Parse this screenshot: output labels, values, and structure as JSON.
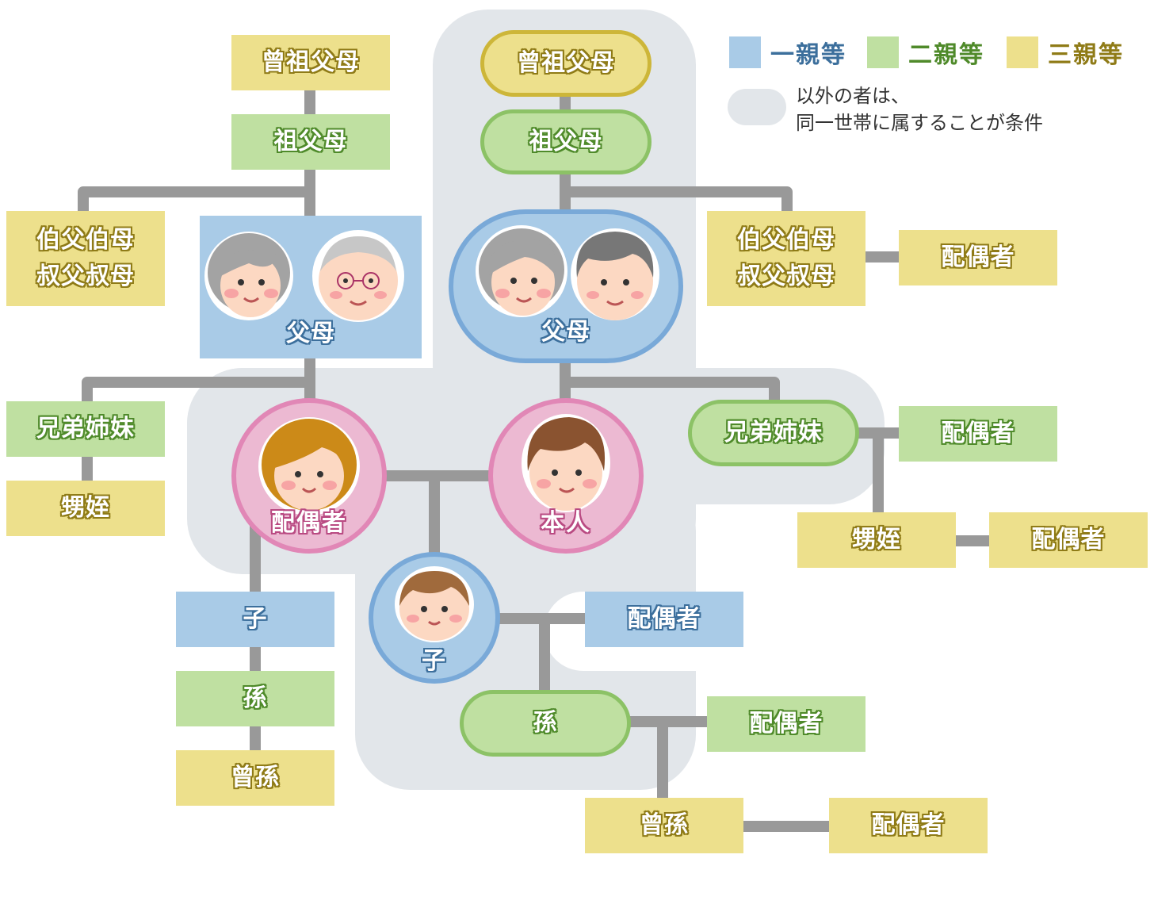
{
  "legend": {
    "first": {
      "label": "一親等",
      "color": "#a9cbe7",
      "text_color": "#3c6f9c"
    },
    "second": {
      "label": "二親等",
      "color": "#bfe0a1",
      "text_color": "#4f8a2a"
    },
    "third": {
      "label": "三親等",
      "color": "#ede08c",
      "text_color": "#8f7b17"
    },
    "note_color": "#e2e6ea",
    "note_line1": "以外の者は、",
    "note_line2": "同一世帯に属することが条件"
  },
  "left": {
    "great_grandparents": "曾祖父母",
    "grandparents": "祖父母",
    "uncle_aunt_line1": "伯父伯母",
    "uncle_aunt_line2": "叔父叔母",
    "parents": "父母",
    "siblings": "兄弟姉妹",
    "nephew_niece": "甥姪",
    "spouse": "配偶者",
    "child": "子",
    "grandchild": "孫",
    "great_grandchild": "曾孫"
  },
  "right": {
    "great_grandparents": "曾祖父母",
    "grandparents": "祖父母",
    "uncle_aunt_line1": "伯父伯母",
    "uncle_aunt_line2": "叔父叔母",
    "uncle_aunt_spouse": "配偶者",
    "parents": "父母",
    "self": "本人",
    "siblings": "兄弟姉妹",
    "siblings_spouse": "配偶者",
    "nephew_niece": "甥姪",
    "nephew_niece_spouse": "配偶者",
    "child": "子",
    "child_spouse": "配偶者",
    "grandchild": "孫",
    "grandchild_spouse": "配偶者",
    "great_grandchild": "曾孫",
    "great_grandchild_spouse": "配偶者"
  },
  "colors": {
    "line": "#999999",
    "household_area": "#e2e6ea"
  }
}
